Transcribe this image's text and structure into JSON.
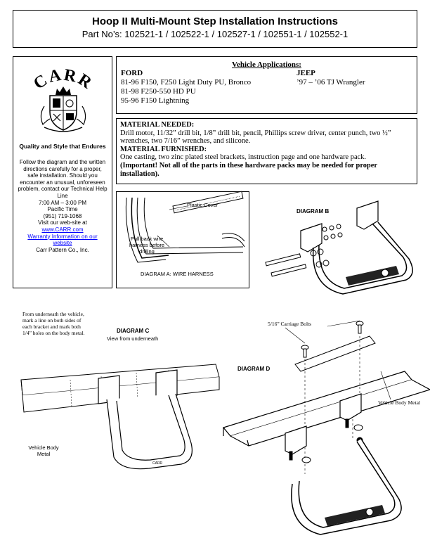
{
  "header": {
    "title": "Hoop II Multi-Mount Step Installation Instructions",
    "part_numbers": "Part No’s: 102521-1 / 102522-1 / 102527-1 / 102551-1 / 102552-1"
  },
  "sidebar": {
    "logo_text": "CARR",
    "tagline": "Quality and Style that Endures",
    "instructions": "Follow the diagram and the written directions carefully for a proper, safe installation. Should you encounter an unusual, unforeseen problem, contact our Technical Help Line",
    "hours": "7:00 AM – 3:00 PM",
    "timezone": "Pacific Time",
    "phone": "(951) 719-1068",
    "website_prompt": "Visit our web-site at",
    "website": "www.CARR.com",
    "warranty_link": "Warranty Information on our website",
    "company": "Carr Pattern Co., Inc."
  },
  "vehicle_applications": {
    "heading": "Vehicle Applications:",
    "ford_heading": "FORD",
    "ford_models": [
      "81-96 F150, F250 Light Duty PU, Bronco",
      "81-98 F250-550 HD PU",
      "95-96 F150 Lightning"
    ],
    "jeep_heading": "JEEP",
    "jeep_models": [
      "’97 – ’06 TJ Wrangler"
    ]
  },
  "materials": {
    "needed_heading": "MATERIAL NEEDED:",
    "needed_text": "Drill motor, 11/32” drill bit, 1/8” drill bit, pencil, Phillips screw driver, center punch, two ½” wrenches, two 7/16” wrenches, and silicone.",
    "furnished_heading": "MATERIAL FURNISHED:",
    "furnished_text": "One casting, two zinc plated steel brackets, instruction page and one hardware pack.",
    "important_text": "(Important! Not all of the parts in these hardware packs may be needed for proper installation)."
  },
  "diagram_a": {
    "plastic_cover": "Plastic Cover",
    "pull_back": "Pull back wire harness before drilling",
    "caption": "DIAGRAM A: WIRE HARNESS"
  },
  "diagram_b": {
    "title": "DIAGRAM B"
  },
  "diagram_c": {
    "title": "DIAGRAM C",
    "subtitle": "View from underneath",
    "note": "From underneath the vehicle, mark a line on both sides of each bracket and mark both 1/4” holes on the body metal.",
    "body_label": "Vehicle Body Metal"
  },
  "diagram_d": {
    "title": "DIAGRAM D",
    "bolts_label": "5/16” Carriage Bolts",
    "body_label": "Vehicle Body Metal"
  }
}
